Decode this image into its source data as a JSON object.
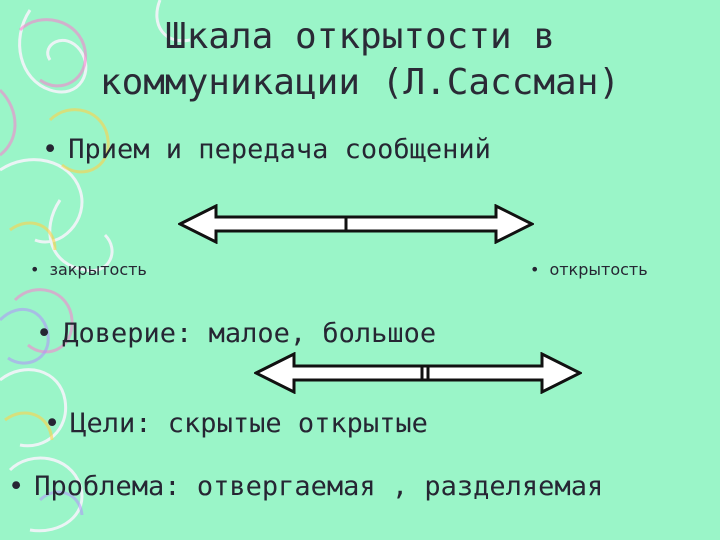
{
  "slide": {
    "title_line1": "Шкала открытости в",
    "title_line2": "коммуникации (Л.Сассман)",
    "bullets": {
      "reception": "Прием и передача сообщений",
      "closedness": "закрытость",
      "openness": "открытость",
      "trust": "Доверие: малое, большое",
      "goals": "Цели: скрытые открытые",
      "problem": "Проблема: отвергаемая , разделяемая"
    },
    "bullet_glyph": "•"
  },
  "colors": {
    "background": "#9af5c8",
    "text": "#262633",
    "arrow_stroke": "#111111",
    "arrow_fill": "#ffffff"
  }
}
